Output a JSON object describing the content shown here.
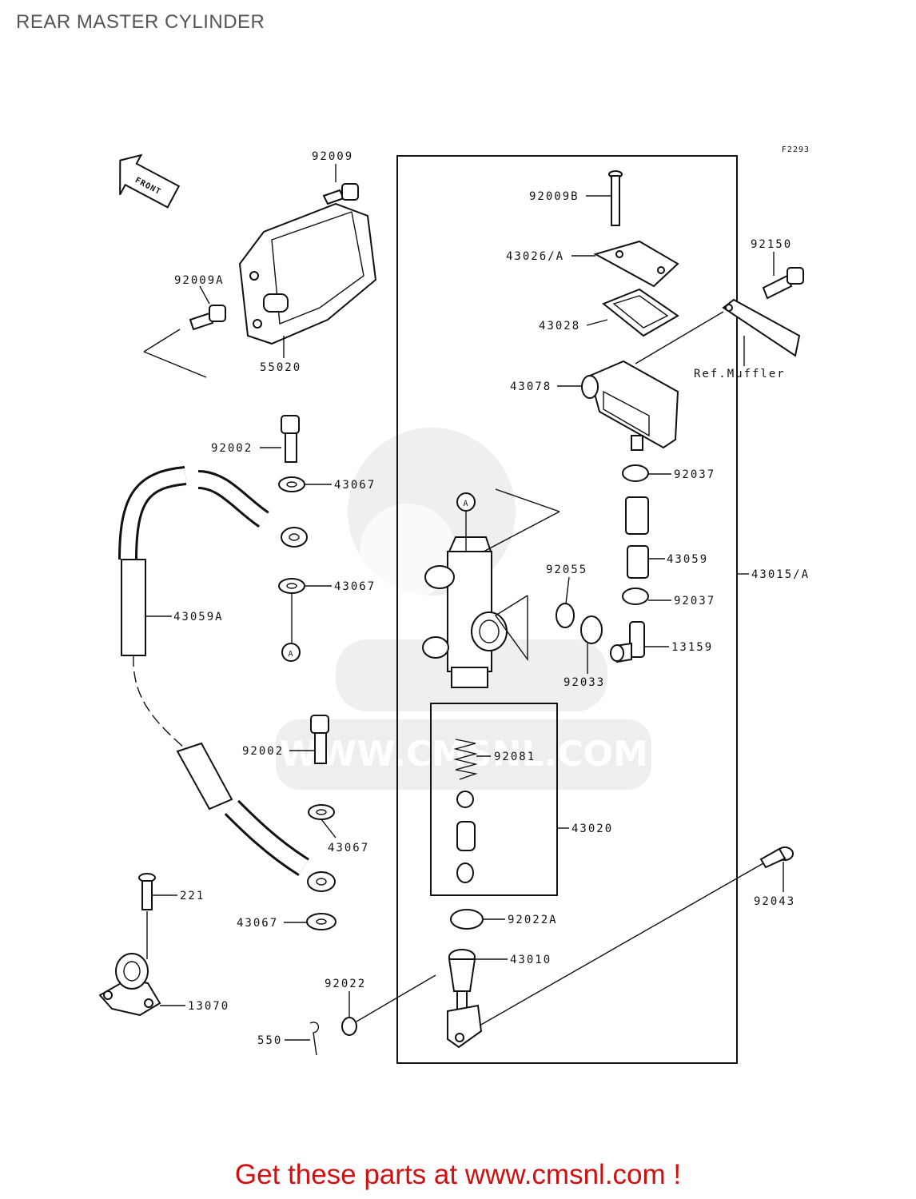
{
  "page_title": "REAR MASTER CYLINDER",
  "figure_code": "F2293",
  "front_label": "FRONT",
  "ref_note": "Ref.Muffler",
  "callouts": {
    "A_top": "A",
    "A_bottom": "A"
  },
  "parts": {
    "p92009": "92009",
    "p92009A": "92009A",
    "p55020": "55020",
    "p92002_top": "92002",
    "p43067_1": "43067",
    "p43067_2": "43067",
    "p43059A": "43059A",
    "p92002_bottom": "92002",
    "p43067_3": "43067",
    "p43067_4": "43067",
    "p221": "221",
    "p13070": "13070",
    "p550": "550",
    "p92022": "92022",
    "p92009B": "92009B",
    "p43026A": "43026/A",
    "p43028": "43028",
    "p43078": "43078",
    "p92150": "92150",
    "p92037_1": "92037",
    "p43059": "43059",
    "p92037_2": "92037",
    "p13159": "13159",
    "p43015A": "43015/A",
    "p92055": "92055",
    "p92033": "92033",
    "p92081": "92081",
    "p43020": "43020",
    "p92022A": "92022A",
    "p43010": "43010",
    "p92043": "92043"
  },
  "watermark_text": "WWW.CMSNL.COM",
  "footer_text": "Get these parts at www.cmsnl.com !"
}
